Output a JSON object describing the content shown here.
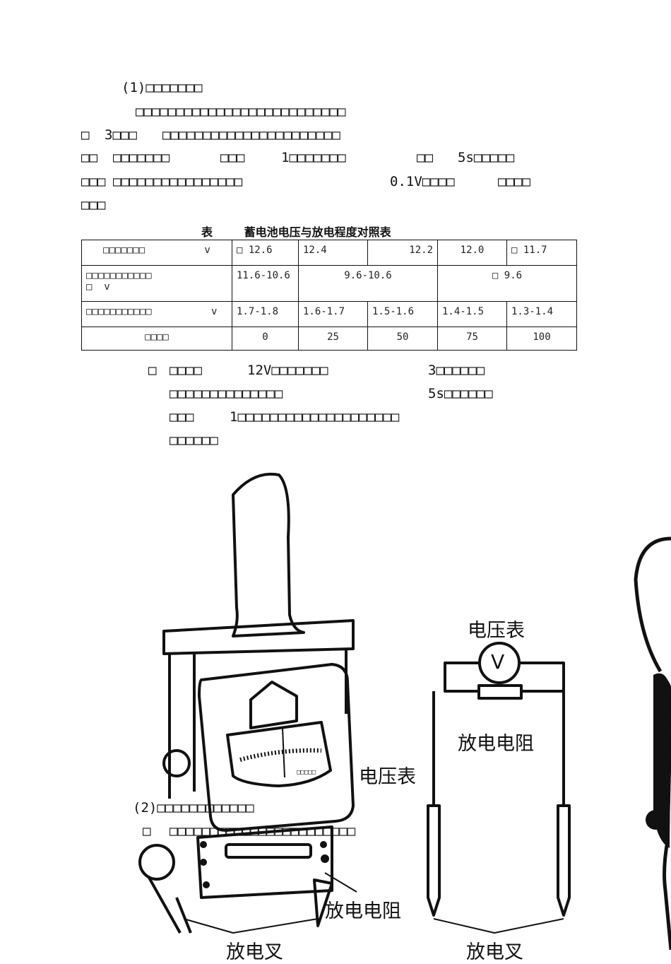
{
  "section1": {
    "heading": "(1)□□□□□□□",
    "lines": [
      [
        "□□□□□□□□□□□□□□□□□□□□□□□□□□"
      ],
      [
        "□",
        "3□□□",
        "□□□□□□□□□□□□□□□□□□□□□□"
      ],
      [
        "□□",
        "□□□□□□□",
        "□□□",
        "1□□□□□□□",
        "□□",
        "5s□□□□□"
      ],
      [
        "□□□",
        "□□□□□□□□□□□□□□□□",
        "0.1V□□□□",
        "□□□□"
      ],
      [
        "□□□"
      ]
    ]
  },
  "table": {
    "caption": "表        蓄电池电压与放电程度对照表",
    "rows": [
      {
        "label": "□□□□□□□          v",
        "cells": [
          "□ 12.6",
          "12.4",
          "12.2",
          "12.0",
          "□ 11.7"
        ]
      },
      {
        "label": "□□□□□□□□□□□\n□  v",
        "cells": [
          "11.6-10.6",
          "9.6-10.6",
          "□ 9.6"
        ]
      },
      {
        "label": "□□□□□□□□□□□          v",
        "cells": [
          "1.7-1.8",
          "1.6-1.7",
          "1.5-1.6",
          "1.4-1.5",
          "1.3-1.4"
        ]
      },
      {
        "label": "□□□□",
        "cells": [
          "0",
          "25",
          "50",
          "75",
          "100"
        ]
      }
    ]
  },
  "note": {
    "lines": [
      [
        "□",
        "□□□□",
        "12V□□□□□□□",
        "3□□□□□□"
      ],
      [
        "□□□□□□□□□□□□□□",
        "5s□□□□□□"
      ],
      [
        "□□□",
        "1□□□□□□□□□□□□□□□□□□□□"
      ],
      [
        "□□□□□□"
      ]
    ]
  },
  "figure": {
    "voltmeter_label_circuit": "电压表",
    "voltmeter_symbol": "V",
    "resistor_label_circuit": "放电电阻",
    "voltmeter_label_device": "电压表",
    "resistor_label_device": "放电电阻",
    "fork_label_device": "放电叉",
    "fork_label_circuit": "放电叉",
    "small_overlay": "□□□□□"
  },
  "section2": {
    "heading": "(2)□□□□□□□□□□□□",
    "lines": [
      [
        "□",
        "□□□□□□□□□□□□□□□□□□□□□□□"
      ]
    ]
  }
}
